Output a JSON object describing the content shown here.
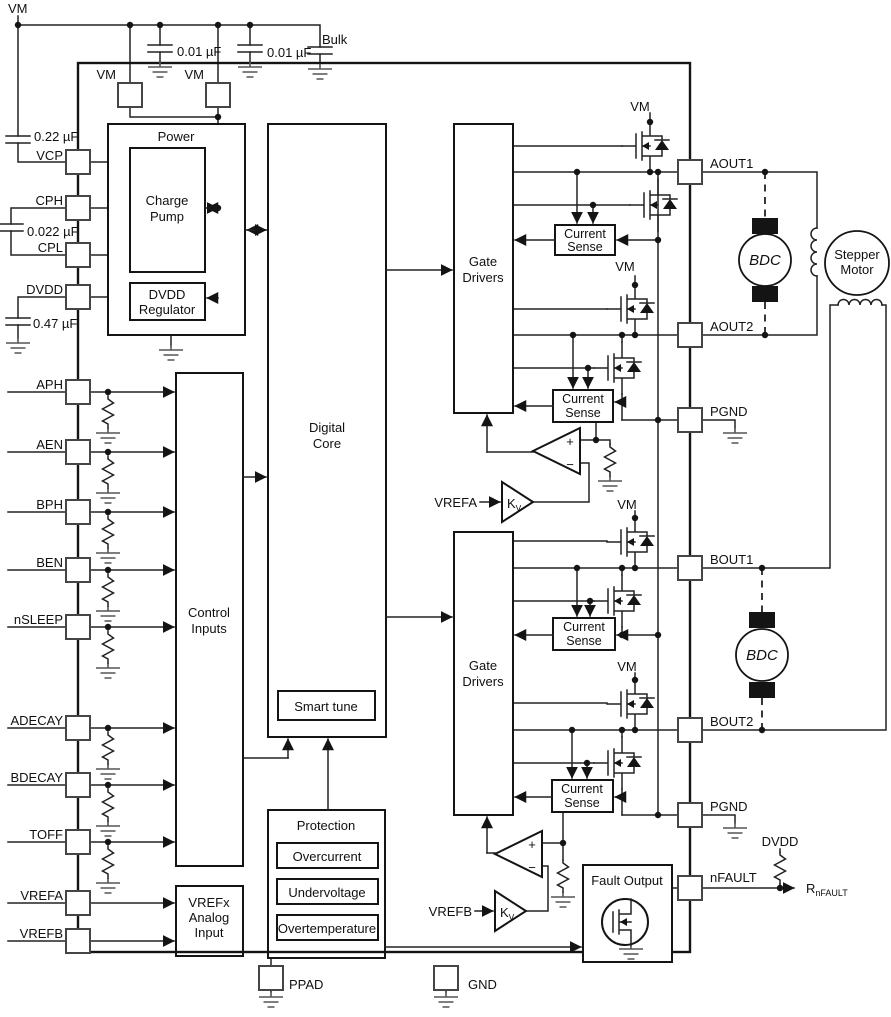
{
  "pins": {
    "top": [
      "VM",
      "VM"
    ],
    "left": [
      "VCP",
      "CPH",
      "CPL",
      "DVDD",
      "APH",
      "AEN",
      "BPH",
      "BEN",
      "nSLEEP",
      "ADECAY",
      "BDECAY",
      "TOFF",
      "VREFA",
      "VREFB"
    ],
    "right": [
      "AOUT1",
      "AOUT2",
      "PGND",
      "BOUT1",
      "BOUT2",
      "PGND",
      "nFAULT"
    ],
    "bottom": [
      "PPAD",
      "GND"
    ]
  },
  "supply": {
    "vm": "VM",
    "dvdd": "DVDD",
    "bulk": "Bulk"
  },
  "capacitors": {
    "bypass1": "0.01 µF",
    "bypass2": "0.01 µF",
    "vcp": "0.22 µF",
    "flying": "0.022 µF",
    "dvdd": "0.47 µF"
  },
  "blocks": {
    "power": "Power",
    "charge_pump": [
      "Charge",
      "Pump"
    ],
    "dvdd_regulator": [
      "DVDD",
      "Regulator"
    ],
    "control_inputs": [
      "Control",
      "Inputs"
    ],
    "vrefx_input": [
      "VREFx",
      "Analog",
      "Input"
    ],
    "digital_core": [
      "Digital",
      "Core"
    ],
    "smart_tune": "Smart tune",
    "protection": {
      "title": "Protection",
      "items": [
        "Overcurrent",
        "Undervoltage",
        "Overtemperature"
      ]
    },
    "gate_drivers": [
      "Gate",
      "Drivers"
    ],
    "current_sense": [
      "Current",
      "Sense"
    ],
    "fault_output": "Fault Output"
  },
  "signals": {
    "vrefa": "VREFA",
    "vrefb": "VREFB",
    "kv_main": "K",
    "kv_sub": "V",
    "plus": "+",
    "minus": "−",
    "rfault_main": "R",
    "rfault_sub": "nFAULT"
  },
  "motors": {
    "bdc": "BDC",
    "stepper": [
      "Stepper",
      "Motor"
    ]
  }
}
